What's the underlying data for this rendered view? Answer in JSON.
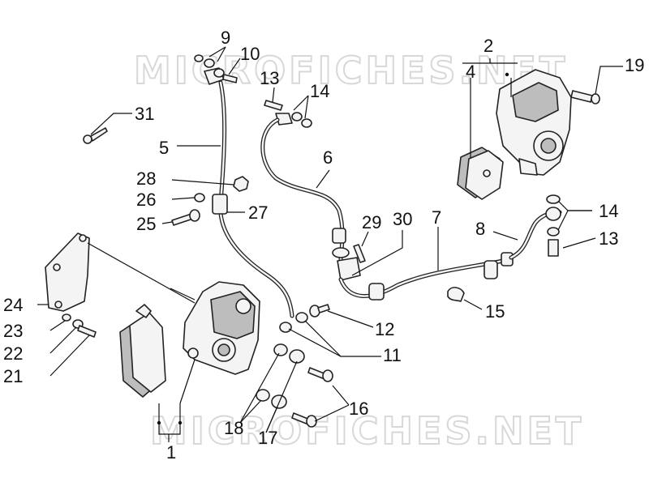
{
  "watermark_text": "MICROFICHES.NET",
  "callouts": {
    "c1": "1",
    "c2": "2",
    "c4": "4",
    "c5": "5",
    "c6": "6",
    "c7": "7",
    "c8": "8",
    "c9": "9",
    "c10": "10",
    "c11": "11",
    "c12": "12",
    "c13a": "13",
    "c13b": "13",
    "c14a": "14",
    "c14b": "14",
    "c15": "15",
    "c16": "16",
    "c17": "17",
    "c18": "18",
    "c19": "19",
    "c21": "21",
    "c22": "22",
    "c23": "23",
    "c24": "24",
    "c25": "25",
    "c26": "26",
    "c27": "27",
    "c28": "28",
    "c29": "29",
    "c30": "30",
    "c31": "31"
  }
}
